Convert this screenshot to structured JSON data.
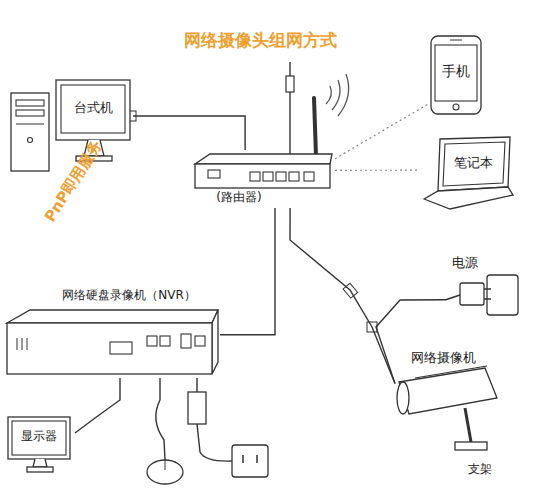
{
  "diagram": {
    "title": "网络摄像头组网方式",
    "nodes": [
      {
        "text": [
          "台式机"
        ]
      },
      {
        "text": [
          "手机"
        ]
      },
      {
        "text": [
          "(路由器)"
        ]
      },
      {
        "text": [
          "笔记本"
        ]
      },
      {
        "text": [
          "电源"
        ]
      },
      {
        "text": [
          "网络硬盘录像机（NVR）"
        ]
      },
      {
        "text": [
          "网络摄像机"
        ]
      },
      {
        "text": [
          "显示器"
        ]
      }
    ],
    "edges": [
      {
        "from": 0,
        "to": 2,
        "arrow": "none"
      },
      {
        "from": 2,
        "to": 1,
        "arrow": "none"
      },
      {
        "from": 2,
        "to": 3,
        "arrow": "none"
      },
      {
        "from": 2,
        "to": 5,
        "arrow": "none"
      },
      {
        "from": 2,
        "to": 6,
        "arrow": "none"
      },
      {
        "from": 4,
        "to": 6,
        "arrow": "none"
      },
      {
        "from": 5,
        "to": 7,
        "arrow": "none"
      }
    ],
    "labels": [
      "PnP即用服务",
      "支架"
    ]
  }
}
